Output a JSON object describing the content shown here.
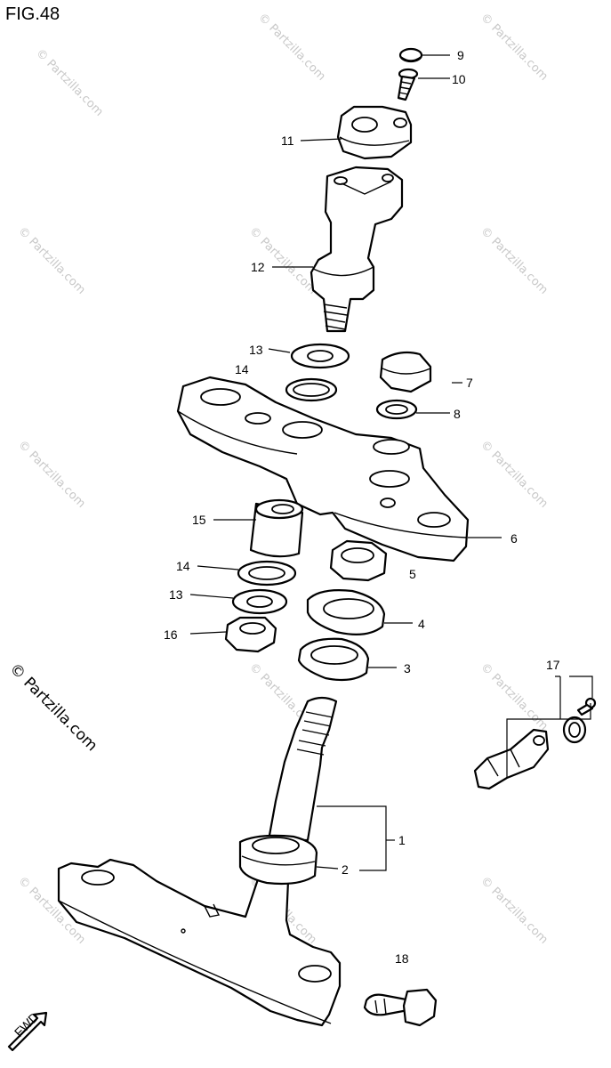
{
  "title": "FIG.48",
  "watermark": "© Partzilla.com",
  "credit": "© Partzilla.com",
  "fwd_label": "FWD",
  "labels": {
    "p1": "1",
    "p2": "2",
    "p3": "3",
    "p4": "4",
    "p5": "5",
    "p6": "6",
    "p7": "7",
    "p8": "8",
    "p9": "9",
    "p10": "10",
    "p11": "11",
    "p12": "12",
    "p13a": "13",
    "p13b": "13",
    "p14a": "14",
    "p14b": "14",
    "p15": "15",
    "p16": "16",
    "p17": "17",
    "p18": "18"
  }
}
